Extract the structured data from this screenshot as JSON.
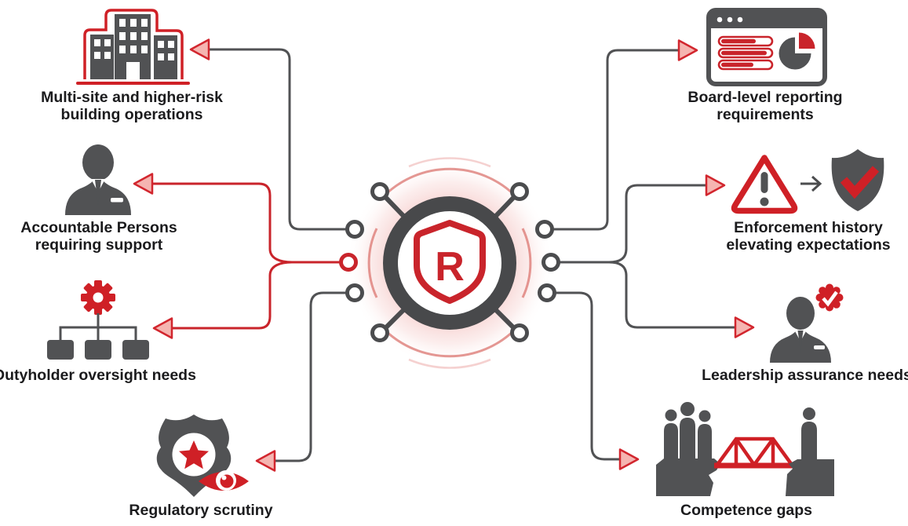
{
  "hub": {
    "logo_letter": "R",
    "logo_name": "shield-r-logo"
  },
  "colors": {
    "accent_red": "#c9242b",
    "icon_gray": "#515254",
    "text": "#1b1b1d",
    "arrow_fill": "#f5b5b1",
    "glow_pink": "#f0b3b0"
  },
  "nodes": {
    "left": [
      {
        "id": "multi-site-operations",
        "icon": "buildings-icon",
        "connector": "gray",
        "line1": "Multi-site and higher-risk",
        "line2": "building operations"
      },
      {
        "id": "accountable-persons",
        "icon": "business-person-icon",
        "connector": "red",
        "line1": "Accountable Persons",
        "line2": "requiring support"
      },
      {
        "id": "dutyholder-oversight",
        "icon": "gear-org-chart-icon",
        "connector": "red",
        "line1": "Dutyholder oversight needs",
        "line2": ""
      },
      {
        "id": "regulatory-scrutiny",
        "icon": "badge-eye-icon",
        "connector": "gray",
        "line1": "Regulatory scrutiny",
        "line2": ""
      }
    ],
    "right": [
      {
        "id": "board-level-reporting",
        "icon": "dashboard-pie-icon",
        "connector": "gray",
        "line1": "Board-level reporting",
        "line2": "requirements"
      },
      {
        "id": "enforcement-history",
        "icon": "warning-to-shield-icon",
        "connector": "gray",
        "line1": "Enforcement history",
        "line2": "elevating expectations"
      },
      {
        "id": "leadership-assurance",
        "icon": "person-verified-icon",
        "connector": "gray",
        "line1": "Leadership assurance needs",
        "line2": ""
      },
      {
        "id": "competence-gaps",
        "icon": "bridge-gap-icon",
        "connector": "gray",
        "line1": "Competence gaps",
        "line2": ""
      }
    ]
  }
}
